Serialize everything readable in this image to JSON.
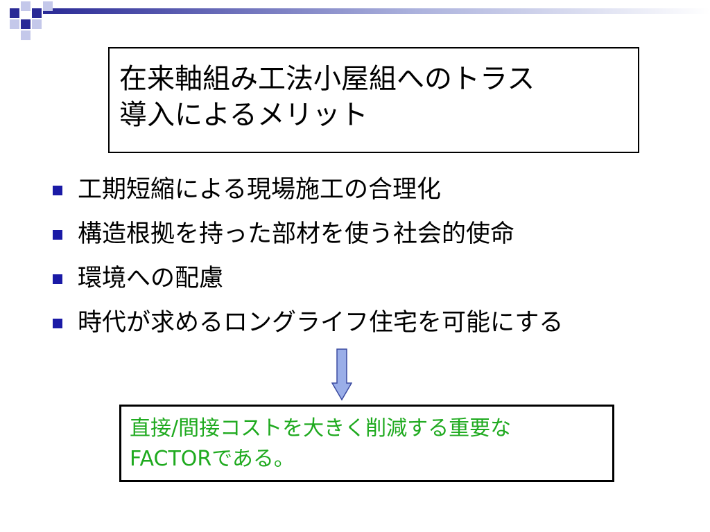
{
  "slide": {
    "title_lines": [
      "在来軸組み工法小屋組へのトラス",
      "導入によるメリット"
    ],
    "bullets": [
      "工期短縮による現場施工の合理化",
      "構造根拠を持った部材を使う社会的使命",
      "環境への配慮",
      "時代が求めるロングライフ住宅を可能にする"
    ],
    "note_lines": [
      "直接/間接コストを大きく削減する重要な",
      "FACTORである。"
    ]
  },
  "colors": {
    "bullet_marker": "#1a1aa6",
    "note_text": "#1faa1f",
    "arrow_fill": "#9aaee8",
    "deco_blue": "#2a2a96"
  }
}
